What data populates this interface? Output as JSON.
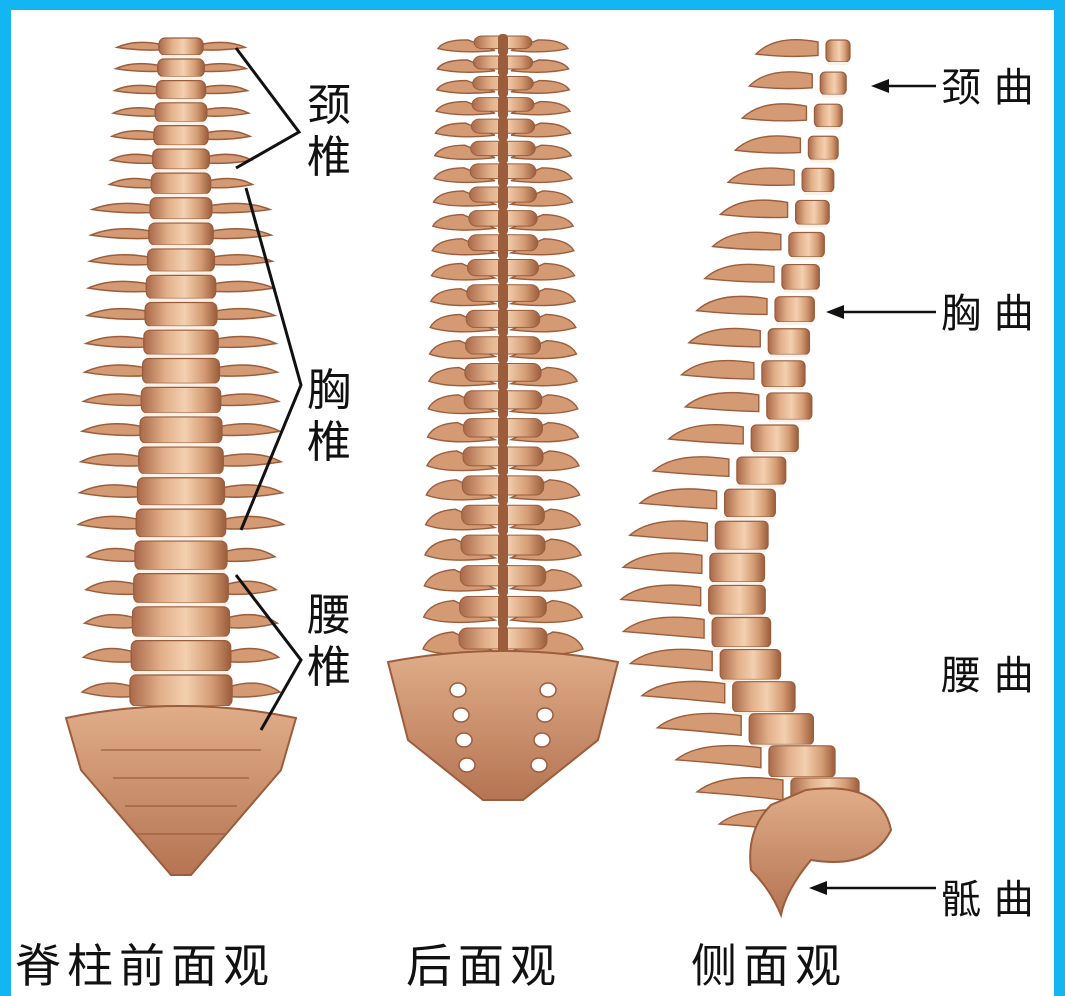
{
  "front_labels": {
    "cervical": "颈\n椎",
    "thoracic": "胸\n椎",
    "lumbar": "腰\n椎"
  },
  "side_labels": {
    "cervical_curve": "颈 曲",
    "thoracic_curve": "胸 曲",
    "lumbar_curve": "腰 曲",
    "sacral_curve": "骶 曲"
  },
  "captions": {
    "front": "脊柱前面观",
    "back": "后面观",
    "side": "侧面观"
  },
  "colors": {
    "frame": "#13b6f2",
    "bone_light": "#f0c8a4",
    "bone_mid": "#d39a73",
    "bone_dark": "#9b5d3c",
    "disc": "#fbf1e6"
  }
}
